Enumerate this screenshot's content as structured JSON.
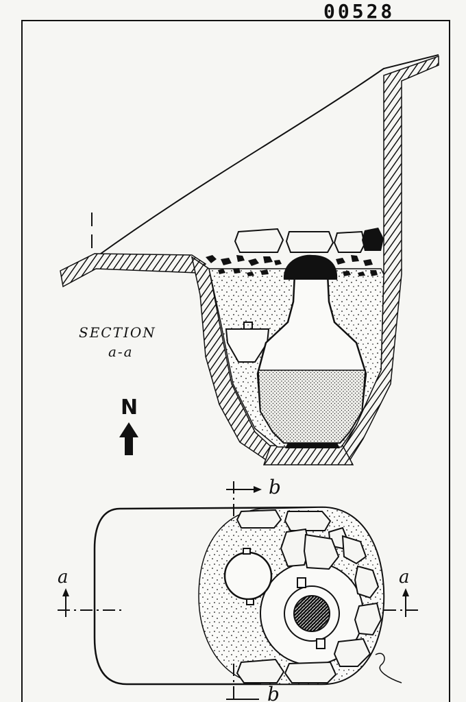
{
  "catalog_number": "00528",
  "section_label_line1": "SECTION",
  "section_label_line2": "a-a",
  "north_label": "N",
  "cut_labels": {
    "a_left": "a",
    "a_right": "a",
    "b_top": "b",
    "b_bottom": "b"
  },
  "colors": {
    "ink": "#111111",
    "paper": "#f6f6f3"
  }
}
